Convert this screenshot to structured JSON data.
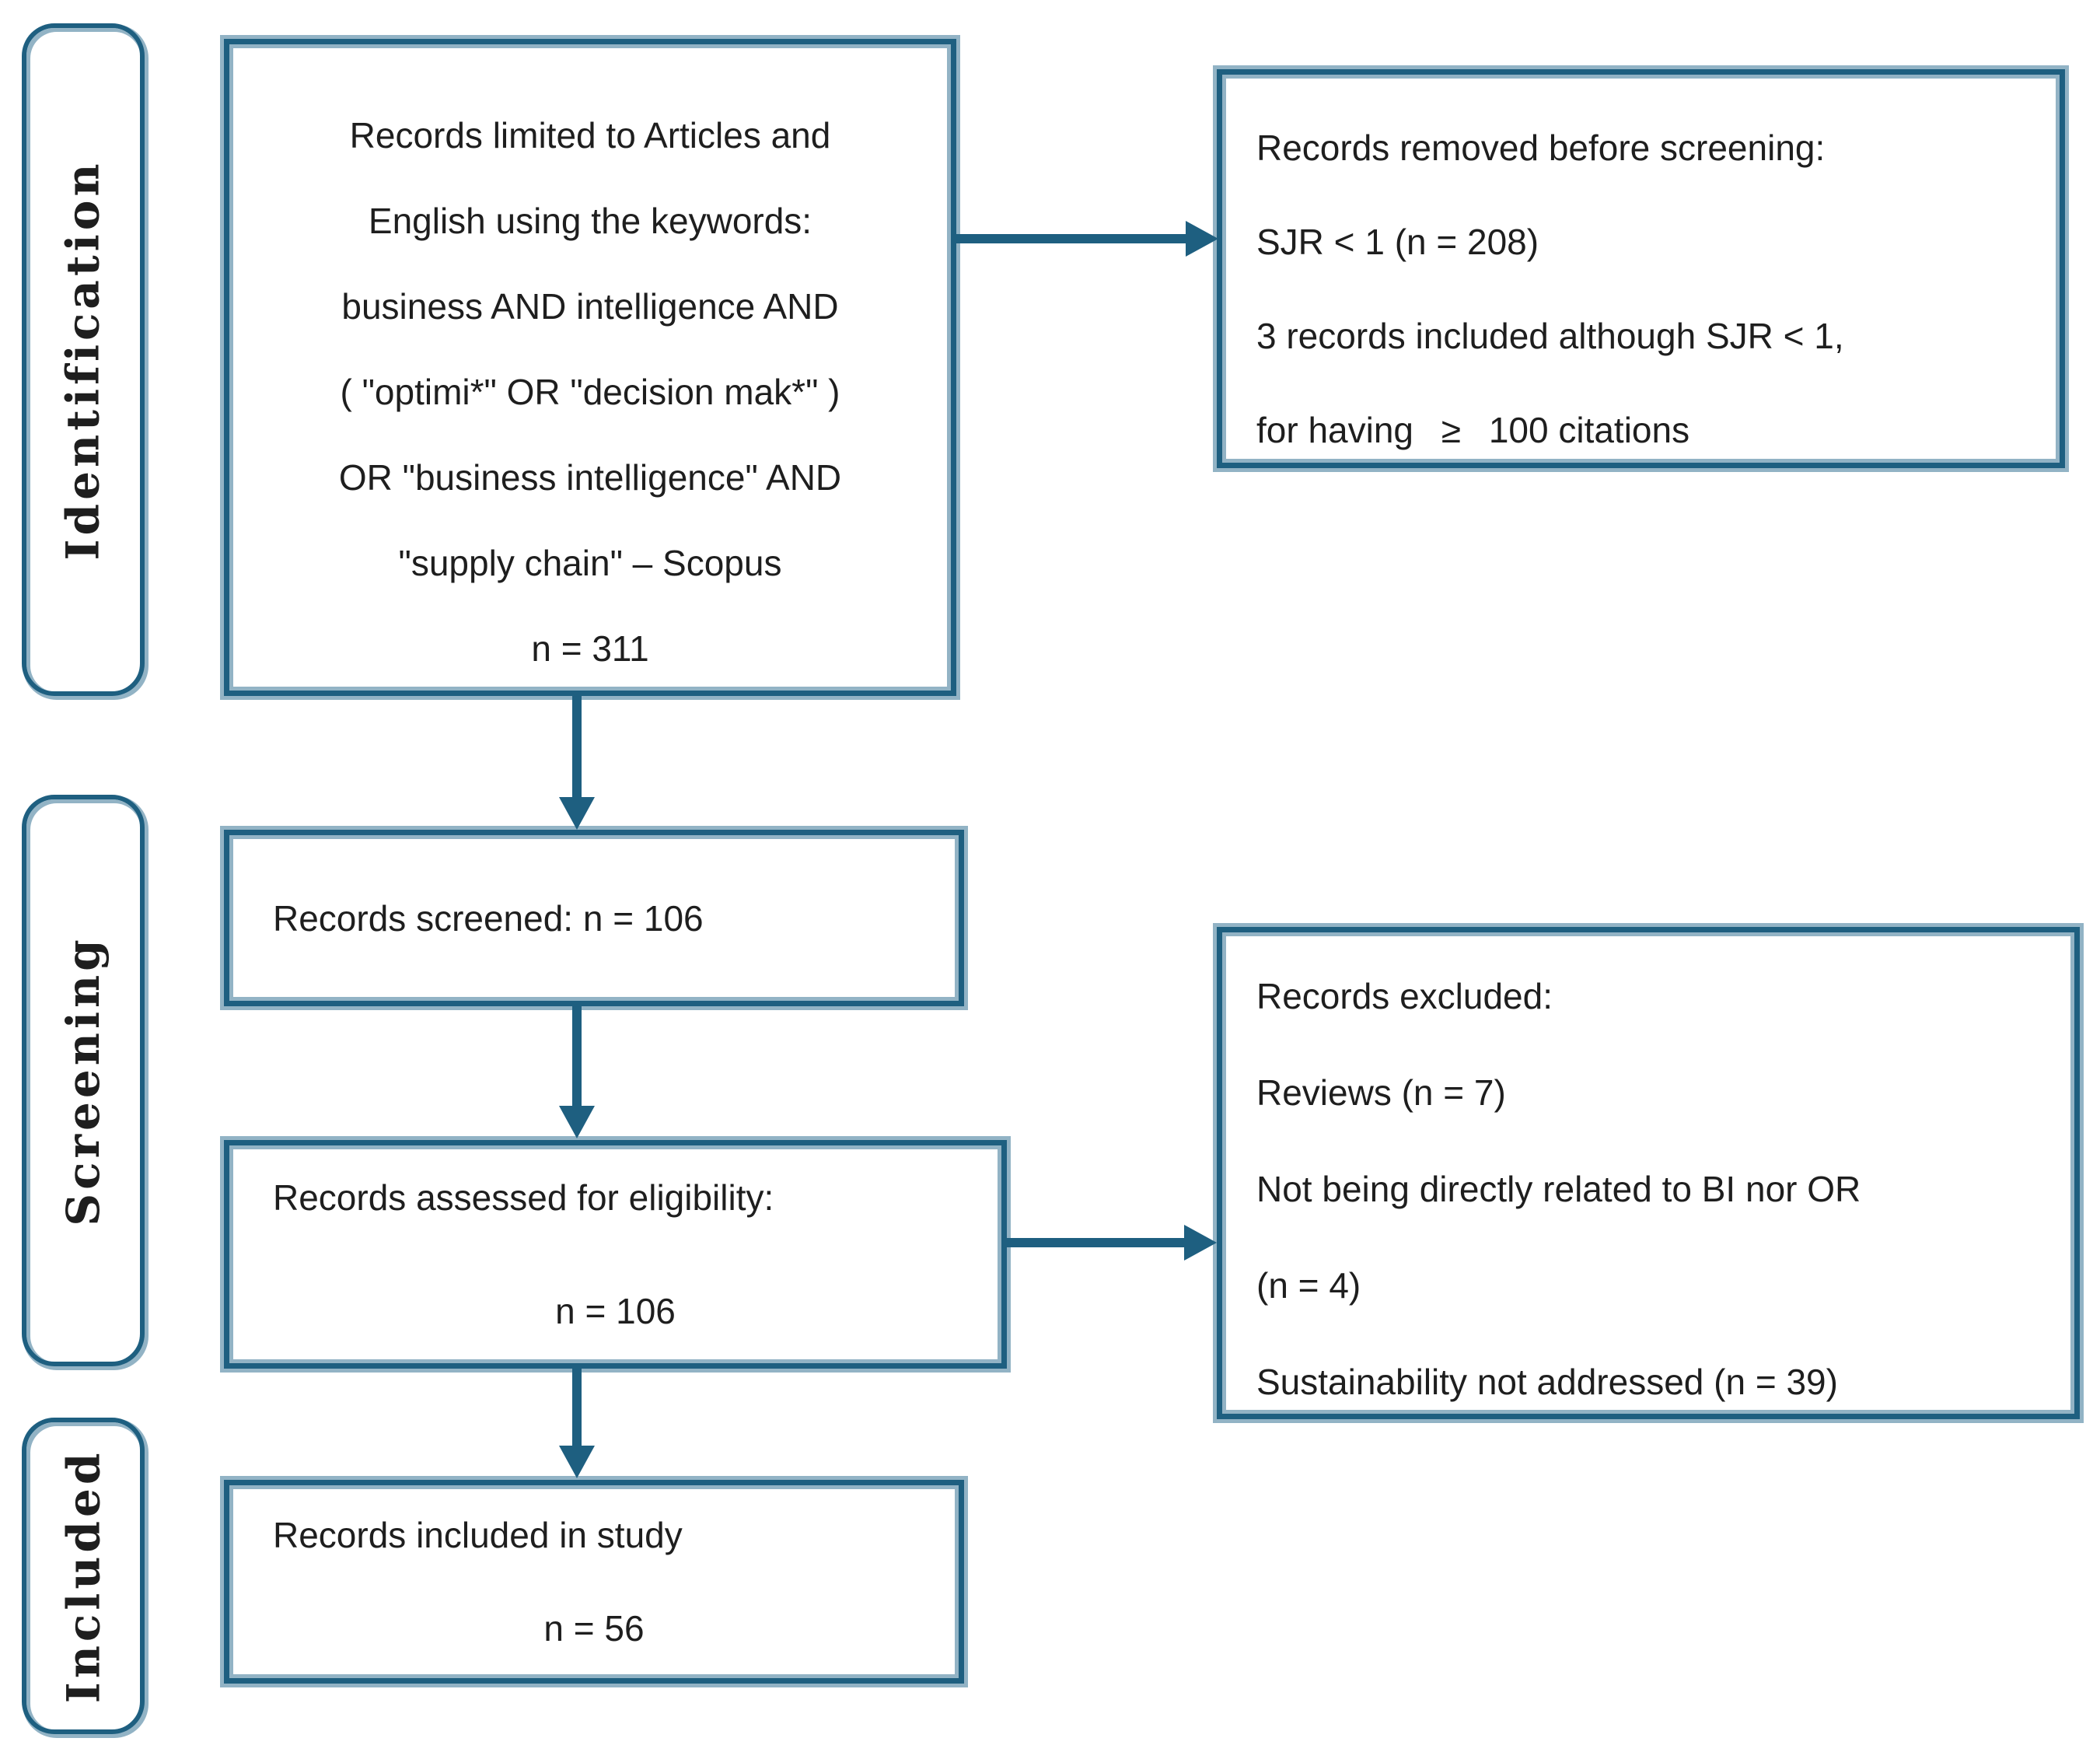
{
  "colors": {
    "accent": "#1e5f80",
    "halo": "#92b3c5",
    "text": "#1e1e1e"
  },
  "stages": [
    {
      "id": "identification",
      "label": "Identification"
    },
    {
      "id": "screening",
      "label": "Screening"
    },
    {
      "id": "included",
      "label": "Included"
    }
  ],
  "boxes": {
    "source": {
      "lines": [
        "Records limited to Articles and",
        "English using the keywords:",
        "business AND intelligence AND",
        "( \"optimi*\" OR \"decision mak*\" )",
        "OR \"business intelligence\" AND",
        "\"supply chain\" – Scopus",
        "n = 311"
      ]
    },
    "removed": {
      "lines": [
        "Records removed before screening:",
        "SJR < 1 (n = 208)",
        "3 records included although SJR < 1,",
        "for having  ≥  100 citations"
      ]
    },
    "screened": {
      "lines": [
        "Records screened: n = 106"
      ]
    },
    "assessed": {
      "lines": [
        "Records assessed for eligibility:",
        "n = 106"
      ]
    },
    "excluded": {
      "lines": [
        "Records excluded:",
        "Reviews (n = 7)",
        "Not being directly related to BI nor OR",
        "(n = 4)",
        "Sustainability not addressed (n = 39)"
      ]
    },
    "included_study": {
      "lines": [
        "Records included in study",
        "n = 56"
      ]
    }
  }
}
